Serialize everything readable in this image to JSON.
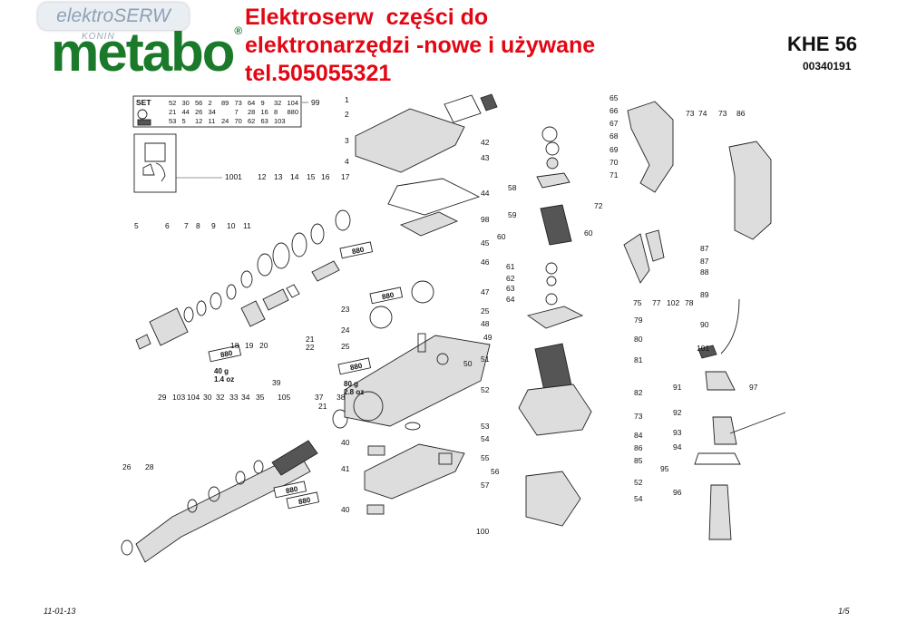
{
  "badge": {
    "text": "elektroSERW",
    "sub": "KONIN"
  },
  "logo": {
    "text": "metabo",
    "mark": "®",
    "color": "#1a7a2a"
  },
  "title": {
    "line1": "Elektroserw  części do",
    "line2": "elektronarzędzi -nowe i używane",
    "line3": "tel.505055321",
    "color": "#e30613"
  },
  "model": "KHE 56",
  "code": "00340191",
  "footer": {
    "date": "11-01-13",
    "page": "1/5"
  },
  "set_table": {
    "label": "SET",
    "rows": [
      [
        "52",
        "30",
        "56",
        "2",
        "89",
        "73",
        "64",
        "9",
        "32",
        "104"
      ],
      [
        "21",
        "44",
        "26",
        "34",
        "",
        "7",
        "28",
        "16",
        "8",
        "880"
      ],
      [
        "53",
        "5",
        "12",
        "11",
        "24",
        "70",
        "62",
        "63",
        "103",
        ""
      ]
    ],
    "ref": "99"
  },
  "grease": [
    {
      "tube": "880",
      "amount": "",
      "unit": ""
    },
    {
      "tube": "880",
      "amount": "",
      "unit": ""
    },
    {
      "tube": "880",
      "amount": "40 g",
      "unit": "1.4 oz"
    },
    {
      "tube": "880",
      "amount": "80 g",
      "unit": "2.8 oz"
    },
    {
      "tube": "880",
      "amount": "",
      "unit": ""
    },
    {
      "tube": "880",
      "amount": "",
      "unit": ""
    }
  ],
  "part_labels": [
    "1",
    "2",
    "3",
    "4",
    "42",
    "43",
    "44",
    "98",
    "45",
    "46",
    "47",
    "25",
    "48",
    "49",
    "50",
    "51",
    "52",
    "53",
    "54",
    "55",
    "56",
    "57",
    "100",
    "1001",
    "12",
    "13",
    "14",
    "15",
    "16",
    "17",
    "5",
    "6",
    "7",
    "8",
    "9",
    "10",
    "11",
    "18",
    "19",
    "20",
    "21",
    "22",
    "23",
    "24",
    "25",
    "39",
    "40",
    "41",
    "40",
    "29",
    "103",
    "104",
    "30",
    "32",
    "33",
    "34",
    "35",
    "105",
    "37",
    "21",
    "38",
    "26",
    "28",
    "65",
    "66",
    "67",
    "68",
    "69",
    "70",
    "71",
    "58",
    "59",
    "60",
    "60",
    "72",
    "61",
    "62",
    "63",
    "64",
    "79",
    "80",
    "81",
    "82",
    "73",
    "84",
    "86",
    "85",
    "52",
    "54",
    "73",
    "74",
    "73",
    "86",
    "87",
    "87",
    "88",
    "89",
    "75",
    "77",
    "102",
    "78",
    "90",
    "101",
    "91",
    "97",
    "92",
    "93",
    "94",
    "95",
    "96"
  ]
}
